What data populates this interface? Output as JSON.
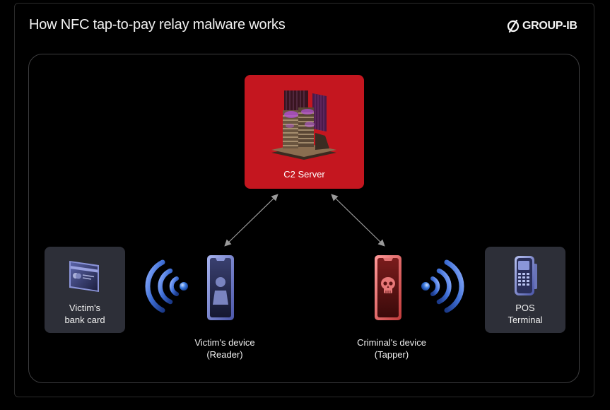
{
  "header": {
    "title": "How NFC tap-to-pay relay malware works",
    "logo_text": "GROUP-IB",
    "logo_icon": "group-ib-slashed-circle-logo"
  },
  "nodes": {
    "c2_server": {
      "label": "C2 Server",
      "icon": "server-datacenter-icon",
      "color": "#c4161f"
    },
    "victim_card": {
      "label_line1": "Victim's",
      "label_line2": "bank card",
      "icon": "credit-card-icon"
    },
    "victim_device": {
      "label_line1": "Victim's device",
      "label_line2": "(Reader)",
      "icon": "smartphone-user-icon"
    },
    "criminal_device": {
      "label_line1": "Criminal's device",
      "label_line2": "(Tapper)",
      "icon": "smartphone-skull-icon"
    },
    "pos_terminal": {
      "label_line1": "POS",
      "label_line2": "Terminal",
      "icon": "pos-terminal-icon"
    }
  },
  "connections": [
    {
      "from": "victim_device",
      "to": "c2_server",
      "style": "double-arrow"
    },
    {
      "from": "criminal_device",
      "to": "c2_server",
      "style": "double-arrow"
    },
    {
      "from": "victim_card",
      "to": "victim_device",
      "style": "nfc-wave"
    },
    {
      "from": "criminal_device",
      "to": "pos_terminal",
      "style": "nfc-wave"
    }
  ],
  "colors": {
    "background": "#000000",
    "tile": "#2d2f38",
    "accent_red": "#c4161f",
    "nfc_blue": "#3f6fd6",
    "arrow": "#9a9a9a"
  }
}
